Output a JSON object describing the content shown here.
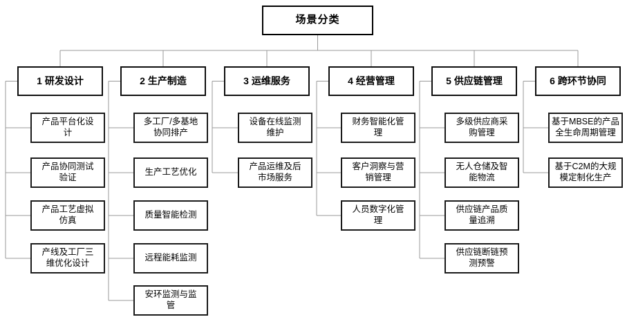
{
  "diagram_title": "场景分类",
  "root": {
    "label": "场景分类"
  },
  "columns": [
    {
      "header": "1 研发设计",
      "children": [
        "产品平台化设\n计",
        "产品协同测试\n验证",
        "产品工艺虚拟\n仿真",
        "产线及工厂三\n维优化设计"
      ]
    },
    {
      "header": "2 生产制造",
      "children": [
        "多工厂/多基地\n协同排产",
        "生产工艺优化",
        "质量智能检测",
        "远程能耗监测",
        "安环监测与监\n管"
      ]
    },
    {
      "header": "3 运维服务",
      "children": [
        "设备在线监测\n维护",
        "产品运维及后\n市场服务"
      ]
    },
    {
      "header": "4 经营管理",
      "children": [
        "财务智能化管\n理",
        "客户洞察与营\n销管理",
        "人员数字化管\n理"
      ]
    },
    {
      "header": "5 供应链管理",
      "children": [
        "多级供应商采\n购管理",
        "无人仓储及智\n能物流",
        "供应链产品质\n量追溯",
        "供应链断链预\n测预警"
      ]
    },
    {
      "header": "6 跨环节协同",
      "children": [
        "基于MBSE的产品\n全生命周期管理",
        "基于C2M的大规\n模定制化生产"
      ]
    }
  ],
  "colors": {
    "box_border": "#1a1a1a",
    "connector_line": "#999999",
    "text": "#000000",
    "background": "#ffffff"
  }
}
